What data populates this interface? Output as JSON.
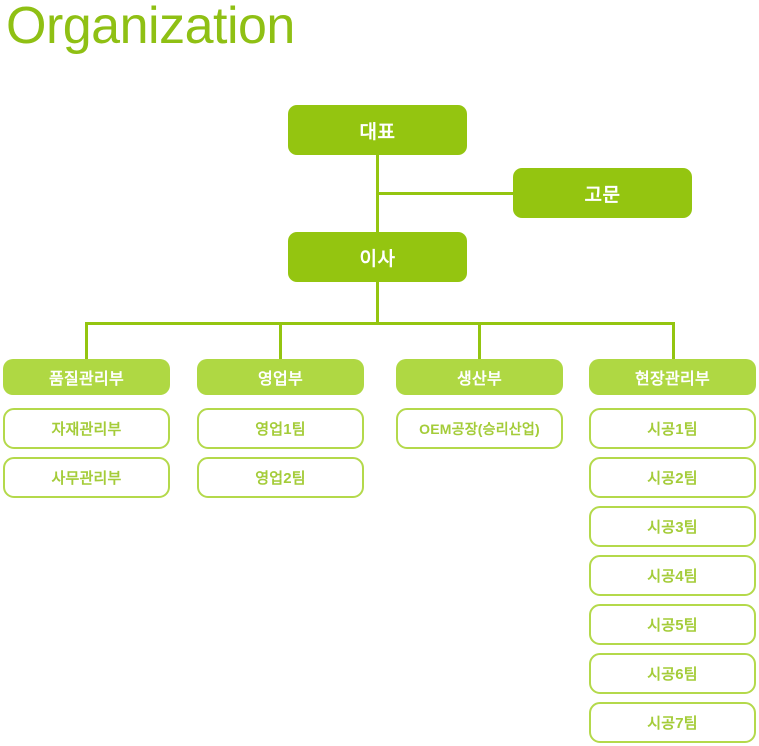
{
  "page": {
    "title": "Organization",
    "background_color": "#ffffff"
  },
  "colors": {
    "title_green": "#8FC014",
    "exec_green": "#94C510",
    "dept_green": "#AFD843",
    "team_border": "#B4D94B",
    "team_text": "#A4CC39",
    "line_green": "#94C510",
    "white": "#ffffff"
  },
  "chart": {
    "type": "org-chart",
    "executives": [
      {
        "id": "ceo",
        "label": "대표"
      },
      {
        "id": "advisor",
        "label": "고문"
      },
      {
        "id": "director",
        "label": "이사"
      }
    ],
    "departments": [
      {
        "id": "quality",
        "label": "품질관리부",
        "teams": [
          {
            "label": "자재관리부"
          },
          {
            "label": "사무관리부"
          }
        ]
      },
      {
        "id": "sales",
        "label": "영업부",
        "teams": [
          {
            "label": "영업1팀"
          },
          {
            "label": "영업2팀"
          }
        ]
      },
      {
        "id": "production",
        "label": "생산부",
        "teams": [
          {
            "label": "OEM공장(승리산업)"
          }
        ]
      },
      {
        "id": "site",
        "label": "현장관리부",
        "teams": [
          {
            "label": "시공1팀"
          },
          {
            "label": "시공2팀"
          },
          {
            "label": "시공3팀"
          },
          {
            "label": "시공4팀"
          },
          {
            "label": "시공5팀"
          },
          {
            "label": "시공6팀"
          },
          {
            "label": "시공7팀"
          }
        ]
      }
    ]
  }
}
